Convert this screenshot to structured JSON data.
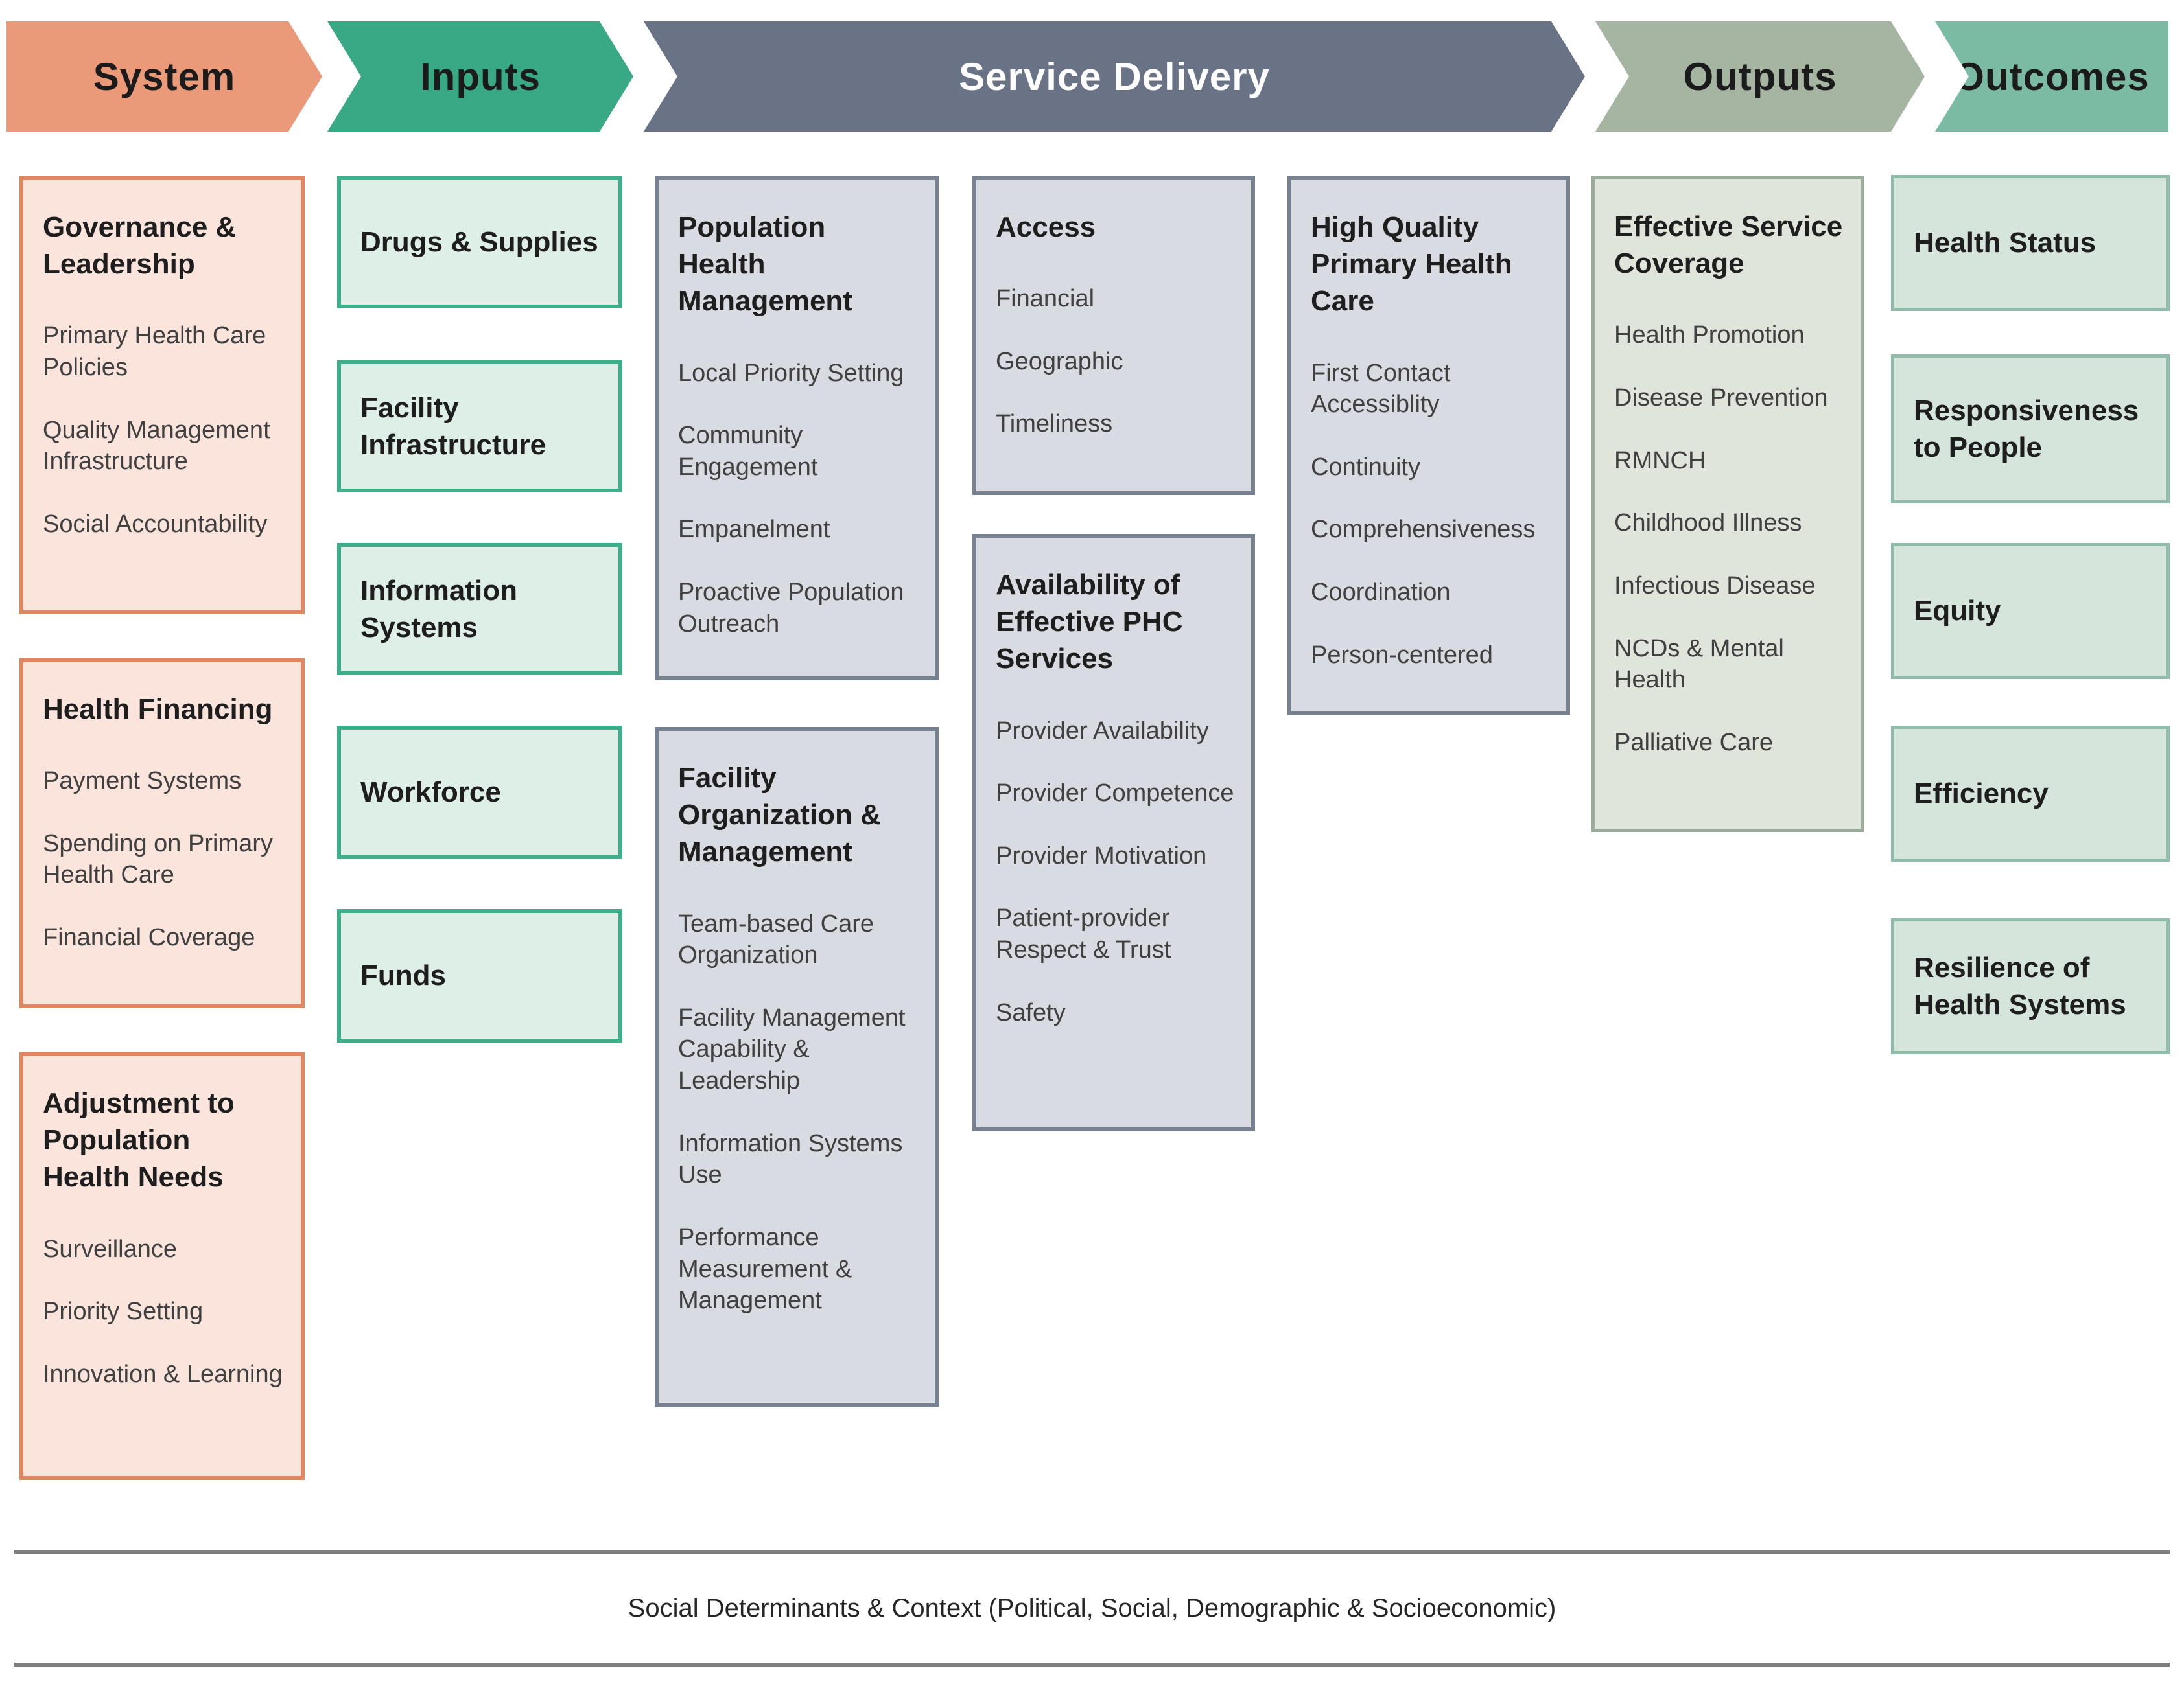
{
  "header": {
    "stages": [
      {
        "label": "System"
      },
      {
        "label": "Inputs"
      },
      {
        "label": "Service Delivery"
      },
      {
        "label": "Outputs"
      },
      {
        "label": "Outcomes"
      }
    ]
  },
  "system": {
    "boxes": [
      {
        "title": "Governance & Leadership",
        "items": [
          "Primary Health Care Policies",
          "Quality Management Infrastructure",
          "Social Accountability"
        ]
      },
      {
        "title": "Health Financing",
        "items": [
          "Payment Systems",
          "Spending on Primary Health Care",
          "Financial Coverage"
        ]
      },
      {
        "title": "Adjustment to Population Health Needs",
        "items": [
          "Surveillance",
          "Priority Setting",
          "Innovation & Learning"
        ]
      }
    ]
  },
  "inputs": {
    "boxes": [
      {
        "title": "Drugs & Supplies"
      },
      {
        "title": "Facility Infrastructure"
      },
      {
        "title": "Information Systems"
      },
      {
        "title": "Workforce"
      },
      {
        "title": "Funds"
      }
    ]
  },
  "service_delivery": {
    "col1": [
      {
        "title": "Population Health Management",
        "items": [
          "Local Priority Setting",
          "Community Engagement",
          "Empanelment",
          "Proactive Population Outreach"
        ]
      },
      {
        "title": "Facility Organization & Management",
        "items": [
          "Team-based Care Organization",
          "Facility Management Capability & Leadership",
          "Information Systems Use",
          "Performance Measurement & Management"
        ]
      }
    ],
    "col2": [
      {
        "title": "Access",
        "items": [
          "Financial",
          "Geographic",
          "Timeliness"
        ]
      },
      {
        "title": "Availability of Effective PHC Services",
        "items": [
          "Provider Availability",
          "Provider Competence",
          "Provider Motivation",
          "Patient-provider Respect & Trust",
          "Safety"
        ]
      }
    ],
    "col3": [
      {
        "title": "High Quality Primary Health Care",
        "items": [
          "First Contact Accessiblity",
          "Continuity",
          "Comprehensiveness",
          "Coordination",
          "Person-centered"
        ]
      }
    ]
  },
  "outputs": {
    "boxes": [
      {
        "title": "Effective Service Coverage",
        "items": [
          "Health Promotion",
          "Disease Prevention",
          "RMNCH",
          "Childhood Illness",
          "Infectious Disease",
          "NCDs & Mental Health",
          "Palliative Care"
        ]
      }
    ]
  },
  "outcomes": {
    "boxes": [
      {
        "title": "Health Status"
      },
      {
        "title": "Responsiveness to People"
      },
      {
        "title": "Equity"
      },
      {
        "title": "Efficiency"
      },
      {
        "title": "Resilience of Health Systems"
      }
    ]
  },
  "footer": {
    "text": "Social Determinants & Context (Political, Social, Demographic & Socioeconomic)"
  },
  "colors": {
    "salmon_arrow": "#EA9A78",
    "salmon_border": "#DF8663",
    "salmon_fill": "#FBE4DB",
    "green_arrow": "#39A985",
    "green_border": "#3EAD89",
    "green_fill": "#DEEFE8",
    "slate_arrow": "#6A7386",
    "slate_border": "#78818F",
    "slate_fill": "#D8DBE1",
    "sage_arrow": "#A6B5A2",
    "sage_border": "#9CAC9A",
    "sage_fill": "#E0E5DB",
    "teal_arrow": "#7CBBA3",
    "teal_border": "#8FBDA9",
    "teal_fill": "#D5E5DC",
    "rule_gray": "#7D7D7D",
    "header_text": "#1B1B1B",
    "sd_header_text": "#FFFFFF",
    "title_text": "#1E1E1E",
    "item_text": "#404040"
  }
}
